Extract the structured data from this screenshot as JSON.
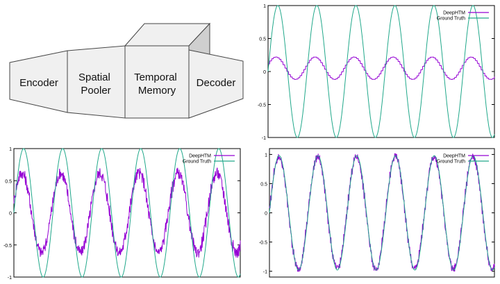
{
  "diagram": {
    "blocks": [
      {
        "id": "encoder",
        "lines": [
          "Encoder"
        ]
      },
      {
        "id": "spatial-pooler",
        "lines": [
          "Spatial",
          "Pooler"
        ]
      },
      {
        "id": "temporal-memory",
        "lines": [
          "Temporal",
          "Memory"
        ]
      },
      {
        "id": "decoder",
        "lines": [
          "Decoder"
        ]
      }
    ]
  },
  "chart_data": [
    {
      "id": "top-right",
      "type": "line",
      "title": "",
      "xlabel": "",
      "ylabel": "",
      "ylim": [
        -1,
        1
      ],
      "yticks": [
        1,
        0.5,
        0,
        -0.5,
        -1
      ],
      "ytick_labels": [
        "1",
        "0.5",
        "0",
        "-0.5",
        "-1"
      ],
      "grid": false,
      "legend_position": "top-right",
      "series": [
        {
          "name": "DeepHTM",
          "color": "#9400d3",
          "model": {
            "kind": "sine-step",
            "amplitude": 0.17,
            "offset": 0.05,
            "cycles": 5.8,
            "phase": 0.4,
            "steps": 120
          }
        },
        {
          "name": "Ground Truth",
          "color": "#20a88a",
          "model": {
            "kind": "sine",
            "amplitude": 1.0,
            "offset": 0.0,
            "cycles": 5.8,
            "phase": 0.0
          }
        }
      ]
    },
    {
      "id": "bottom-left",
      "type": "line",
      "title": "",
      "xlabel": "",
      "ylabel": "",
      "ylim": [
        -1,
        1
      ],
      "yticks": [
        1,
        0.5,
        0,
        -0.5,
        -1
      ],
      "ytick_labels": [
        "1",
        "0.5",
        "0",
        "-0.5",
        "-1"
      ],
      "grid": false,
      "legend_position": "top-right",
      "series": [
        {
          "name": "DeepHTM",
          "color": "#9400d3",
          "model": {
            "kind": "sine-noisy",
            "amplitude": 0.62,
            "offset": 0.0,
            "cycles": 5.8,
            "phase": 0.35,
            "steps": 200,
            "noise": 0.09
          }
        },
        {
          "name": "Ground Truth",
          "color": "#20a88a",
          "model": {
            "kind": "sine",
            "amplitude": 1.0,
            "offset": 0.0,
            "cycles": 5.8,
            "phase": 0.0
          }
        }
      ]
    },
    {
      "id": "bottom-right",
      "type": "line",
      "title": "",
      "xlabel": "",
      "ylabel": "",
      "ylim": [
        -1.1,
        1.1
      ],
      "yticks": [
        1,
        0.5,
        0,
        -0.5,
        -1
      ],
      "ytick_labels": [
        "1",
        "0.5",
        "0",
        "-0.5",
        "-1"
      ],
      "grid": false,
      "legend_position": "top-right",
      "series": [
        {
          "name": "DeepHTM",
          "color": "#9400d3",
          "model": {
            "kind": "sine-noisy",
            "amplitude": 0.96,
            "offset": 0.0,
            "cycles": 5.8,
            "phase": 0.1,
            "steps": 200,
            "noise": 0.06
          }
        },
        {
          "name": "Ground Truth",
          "color": "#20a88a",
          "model": {
            "kind": "sine",
            "amplitude": 0.98,
            "offset": 0.0,
            "cycles": 5.8,
            "phase": 0.0
          }
        }
      ]
    }
  ]
}
